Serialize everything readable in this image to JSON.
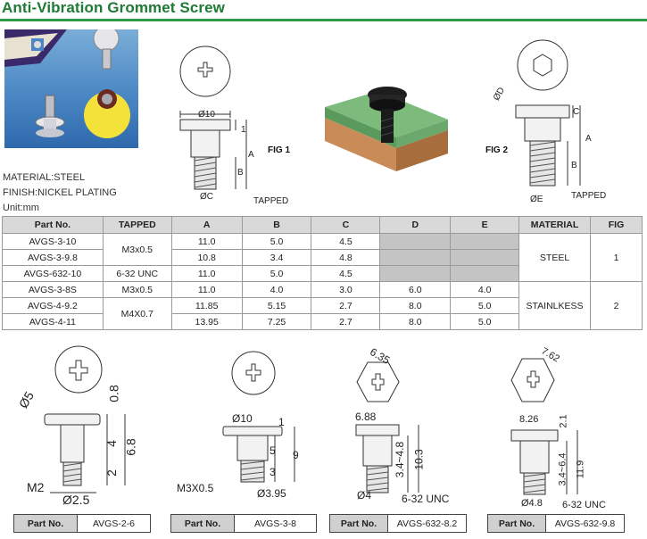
{
  "title": "Anti-Vibration Grommet Screw",
  "specs": {
    "material": "MATERIAL:STEEL",
    "finish": "FINISH:NICKEL PLATING",
    "unit": "Unit:mm"
  },
  "fig1": {
    "label": "FIG 1",
    "d10": "Ø10",
    "dim1": "1",
    "dimA": "A",
    "dimB": "B",
    "dimC": "ØC",
    "tapped": "TAPPED"
  },
  "fig2": {
    "label": "FIG 2",
    "dD": "ØD",
    "dimC": "C",
    "dimA": "A",
    "dimB": "B",
    "dimE": "ØE",
    "tapped": "TAPPED"
  },
  "table": {
    "headers": [
      "Part No.",
      "TAPPED",
      "A",
      "B",
      "C",
      "D",
      "E",
      "MATERIAL",
      "FIG"
    ],
    "rows": [
      [
        "AVGS-3-10",
        "M3x0.5",
        "11.0",
        "5.0",
        "4.5",
        "",
        "",
        "STEEL",
        "1"
      ],
      [
        "AVGS-3-9.8",
        "",
        "10.8",
        "3.4",
        "4.8",
        "",
        "",
        "",
        ""
      ],
      [
        "AVGS-632-10",
        "6-32 UNC",
        "11.0",
        "5.0",
        "4.5",
        "",
        "",
        "",
        ""
      ],
      [
        "AVGS-3-8S",
        "M3x0.5",
        "11.0",
        "4.0",
        "3.0",
        "6.0",
        "4.0",
        "STAINLKESS",
        "2"
      ],
      [
        "AVGS-4-9.2",
        "M4X0.7",
        "11.85",
        "5.15",
        "2.7",
        "8.0",
        "5.0",
        "",
        ""
      ],
      [
        "AVGS-4-11",
        "",
        "13.95",
        "7.25",
        "2.7",
        "8.0",
        "5.0",
        "",
        ""
      ]
    ]
  },
  "drawings": {
    "d1": {
      "d5": "Ø5",
      "h08": "0.8",
      "h4": "4",
      "h68": "6.8",
      "h2": "2",
      "m2": "M2",
      "d25": "Ø2.5"
    },
    "d2": {
      "d10": "Ø10",
      "h1": "1",
      "h9": "9",
      "h5": "5",
      "h3": "3",
      "m3": "M3X0.5",
      "d395": "Ø3.95"
    },
    "d3": {
      "w635": "6.35",
      "w688": "6.88",
      "h3448": "3.4~4.8",
      "h103": "10.3",
      "d4": "Ø4",
      "unc": "6-32 UNC"
    },
    "d4": {
      "w762": "7.62",
      "w826": "8.26",
      "h21": "2.1",
      "h3464": "3.4~6.4",
      "h119": "11.9",
      "d48": "Ø4.8",
      "unc": "6-32 UNC"
    }
  },
  "part_numbers": [
    {
      "label": "Part No.",
      "value": "AVGS-2-6"
    },
    {
      "label": "Part No.",
      "value": "AVGS-3-8"
    },
    {
      "label": "Part No.",
      "value": "AVGS-632-8.2"
    },
    {
      "label": "Part No.",
      "value": "AVGS-632-9.8"
    }
  ]
}
